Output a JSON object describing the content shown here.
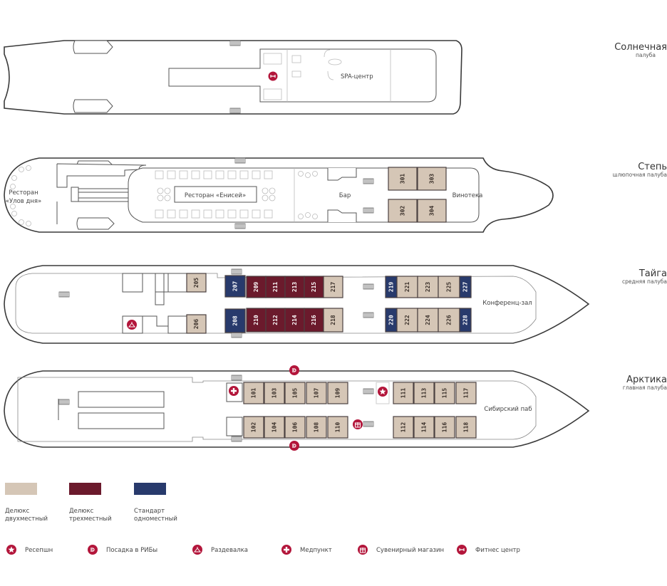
{
  "colors": {
    "deluxe_double": "#d5c6b6",
    "deluxe_triple": "#6b1a2c",
    "standard_single": "#283a6c",
    "icon_red": "#b3163b"
  },
  "decks": [
    {
      "id": "sun",
      "name": "Солнечная",
      "subtitle": "палуба",
      "venues": {
        "spa": "SPA-центр"
      }
    },
    {
      "id": "step",
      "name": "Степь",
      "subtitle": "шлюпочная палуба",
      "venues": {
        "rest1_a": "Ресторан",
        "rest1_b": "«Улов дня»",
        "rest2": "Ресторан «Енисей»",
        "bar": "Бар",
        "wine": "Винотека"
      },
      "cabins": [
        {
          "n": "301",
          "t": "d2"
        },
        {
          "n": "303",
          "t": "d2"
        },
        {
          "n": "302",
          "t": "d2"
        },
        {
          "n": "304",
          "t": "d2"
        }
      ]
    },
    {
      "id": "taiga",
      "name": "Тайга",
      "subtitle": "средняя палуба",
      "venues": {
        "conf": "Конференц-зал"
      },
      "cabins": [
        {
          "n": "205",
          "t": "d2"
        },
        {
          "n": "207",
          "t": "s1"
        },
        {
          "n": "209",
          "t": "d3"
        },
        {
          "n": "211",
          "t": "d3"
        },
        {
          "n": "213",
          "t": "d3"
        },
        {
          "n": "215",
          "t": "d3"
        },
        {
          "n": "217",
          "t": "d2"
        },
        {
          "n": "219",
          "t": "s1"
        },
        {
          "n": "221",
          "t": "d2"
        },
        {
          "n": "223",
          "t": "d2"
        },
        {
          "n": "225",
          "t": "d2"
        },
        {
          "n": "227",
          "t": "s1"
        },
        {
          "n": "206",
          "t": "d2"
        },
        {
          "n": "208",
          "t": "s1"
        },
        {
          "n": "210",
          "t": "d3"
        },
        {
          "n": "212",
          "t": "d3"
        },
        {
          "n": "214",
          "t": "d3"
        },
        {
          "n": "216",
          "t": "d3"
        },
        {
          "n": "218",
          "t": "d2"
        },
        {
          "n": "220",
          "t": "s1"
        },
        {
          "n": "222",
          "t": "d2"
        },
        {
          "n": "224",
          "t": "d2"
        },
        {
          "n": "226",
          "t": "d2"
        },
        {
          "n": "228",
          "t": "s1"
        }
      ]
    },
    {
      "id": "arctic",
      "name": "Арктика",
      "subtitle": "главная палуба",
      "venues": {
        "pub": "Сибирский паб"
      },
      "cabins": [
        {
          "n": "101",
          "t": "d2"
        },
        {
          "n": "103",
          "t": "d2"
        },
        {
          "n": "105",
          "t": "d2"
        },
        {
          "n": "107",
          "t": "d2"
        },
        {
          "n": "109",
          "t": "d2"
        },
        {
          "n": "111",
          "t": "d2"
        },
        {
          "n": "113",
          "t": "d2"
        },
        {
          "n": "115",
          "t": "d2"
        },
        {
          "n": "117",
          "t": "d2"
        },
        {
          "n": "102",
          "t": "d2"
        },
        {
          "n": "104",
          "t": "d2"
        },
        {
          "n": "106",
          "t": "d2"
        },
        {
          "n": "108",
          "t": "d2"
        },
        {
          "n": "110",
          "t": "d2"
        },
        {
          "n": "112",
          "t": "d2"
        },
        {
          "n": "114",
          "t": "d2"
        },
        {
          "n": "116",
          "t": "d2"
        },
        {
          "n": "118",
          "t": "d2"
        }
      ]
    }
  ],
  "legend": {
    "cabin_types": [
      {
        "line1": "Делюкс",
        "line2": "двухместный"
      },
      {
        "line1": "Делюкс",
        "line2": "трехместный"
      },
      {
        "line1": "Стандарт",
        "line2": "одноместный"
      }
    ],
    "icons": [
      {
        "icon": "star-icon",
        "label": "Ресепшн"
      },
      {
        "icon": "boarding-icon",
        "label": "Посадка в РИБы"
      },
      {
        "icon": "hanger-icon",
        "label": "Раздевалка"
      },
      {
        "icon": "cross-icon",
        "label": "Медпункт"
      },
      {
        "icon": "gift-icon",
        "label": "Сувенирный магазин"
      },
      {
        "icon": "dumbbell-icon",
        "label": "Фитнес центр"
      }
    ]
  }
}
